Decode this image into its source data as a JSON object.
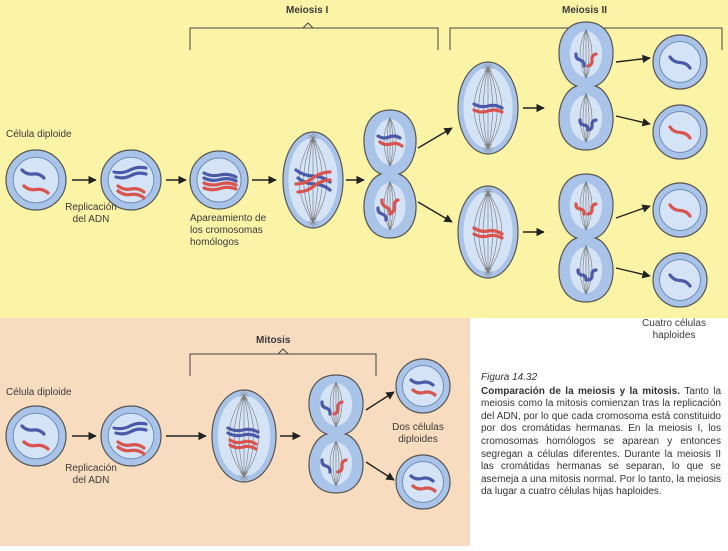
{
  "meiosis": {
    "header_1": "Meiosis I",
    "header_2": "Meiosis II",
    "label_diploid": "Célula diploide",
    "label_replication": [
      "Replicación",
      "del ADN"
    ],
    "label_pairing": [
      "Apareamiento de",
      "los cromosomas",
      "homólogos"
    ],
    "label_result": [
      "Cuatro células",
      "haploides"
    ]
  },
  "mitosis": {
    "header": "Mitosis",
    "label_diploid": "Célula diploide",
    "label_replication": [
      "Replicación",
      "del ADN"
    ],
    "label_result": [
      "Dos células",
      "diploides"
    ]
  },
  "caption": {
    "figure": "Figura 14.32",
    "title": "Comparación de la meiosis y la mitosis.",
    "body": "Tanto la meiosis como la mitosis comienzan tras la replicación del ADN, por lo que cada cromosoma está constituido por dos cromátidas hermanas. En la meiosis I, los cromosomas homólogos se aparean y entonces segregan a células diferentes. Durante la meiosis II las cromátidas hermanas se separan, lo que se asemeja a una mitosis normal. Por lo tanto, la meiosis da lugar a cuatro células hijas haploides."
  },
  "colors": {
    "meiosis_bg": "#fbf3a6",
    "mitosis_bg": "#f8dcc0",
    "cell_fill": "#a9c4e8",
    "nucleus_fill": "#d5e3f6",
    "outline": "#555555",
    "maternal": "#d9534f",
    "paternal": "#4a5aa8"
  }
}
